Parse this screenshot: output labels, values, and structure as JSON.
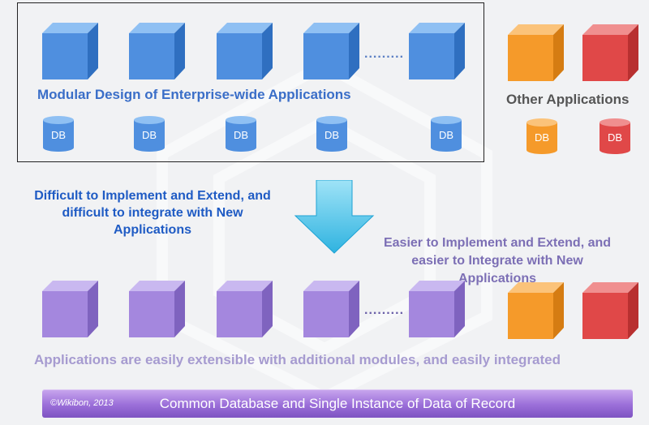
{
  "modular_title": "Modular Design of Enterprise-wide Applications",
  "other_label": "Other Applications",
  "difficult_text": [
    "Difficult to Implement and Extend, and",
    "difficult to integrate with New",
    "Applications"
  ],
  "easier_text": [
    "Easier to Implement and Extend, and",
    "easier to Integrate with New",
    "Applications"
  ],
  "extensible_text": "Applications are easily extensible with additional modules, and easily integrated",
  "db_label": "DB",
  "ellipsis": ".........",
  "copyright": "©Wikibon, 2013",
  "bottom_bar_label": "Common Database and Single Instance of Data of Record",
  "colors": {
    "blue_cube": "#4f8fdf",
    "orange_cube": "#f59a2a",
    "red_cube": "#e04848",
    "purple_cube": "#a487de",
    "arrow": "#56c8ea"
  }
}
